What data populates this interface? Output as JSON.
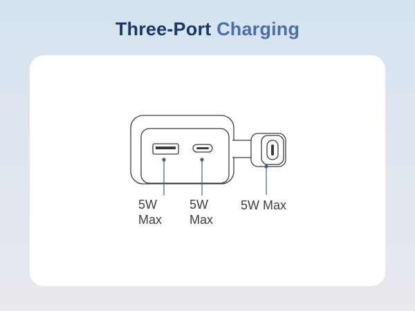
{
  "title": {
    "part1": "Three-Port",
    "part2": "Charging"
  },
  "ports": [
    {
      "id": "usb-a",
      "label_line1": "5W",
      "label_line2": "Max"
    },
    {
      "id": "usb-c",
      "label_line1": "5W",
      "label_line2": "Max"
    },
    {
      "id": "cable-usb-c",
      "label": "5W Max"
    }
  ],
  "colors": {
    "title_dark": "#1c3763",
    "title_accent": "#4a6ea8",
    "leader_line": "#3f5d8f",
    "outline": "#3a3a3a",
    "label_text": "#3b3d40",
    "card_background": "#ffffff"
  },
  "icons": [
    "usb-a-port-icon",
    "usb-c-port-icon",
    "usb-c-cable-connector-icon"
  ]
}
